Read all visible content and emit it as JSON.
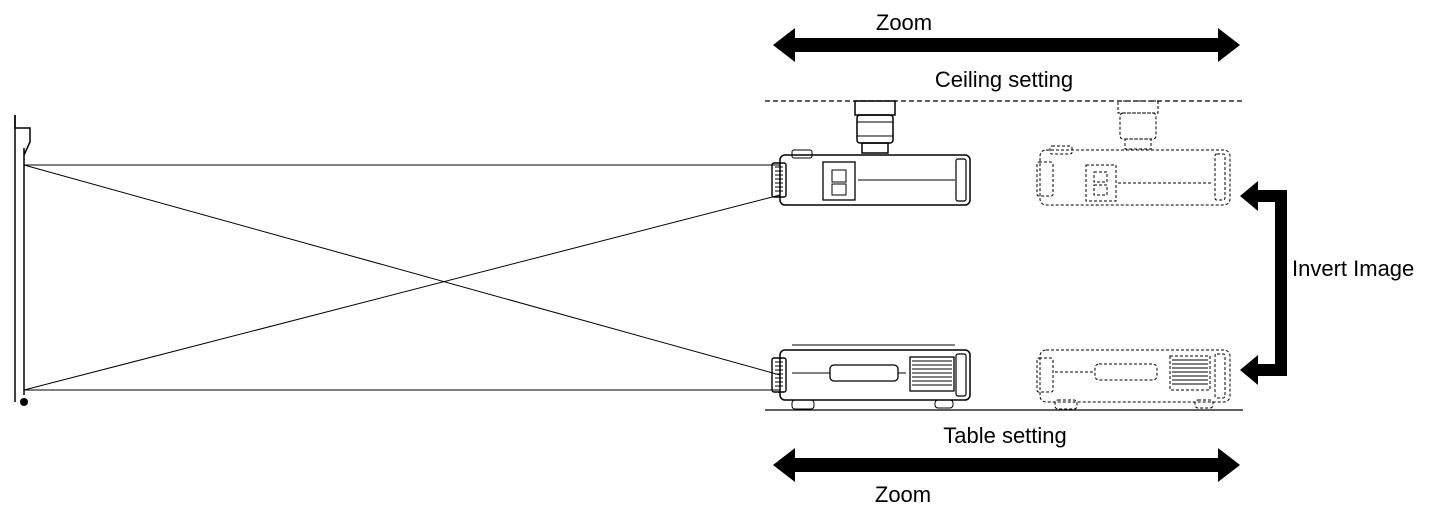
{
  "labels": {
    "zoom_top": "Zoom",
    "ceiling_setting": "Ceiling setting",
    "invert_image": "Invert Image",
    "table_setting": "Table setting",
    "zoom_bottom": "Zoom"
  },
  "colors": {
    "line": "#000000",
    "background": "#ffffff"
  }
}
